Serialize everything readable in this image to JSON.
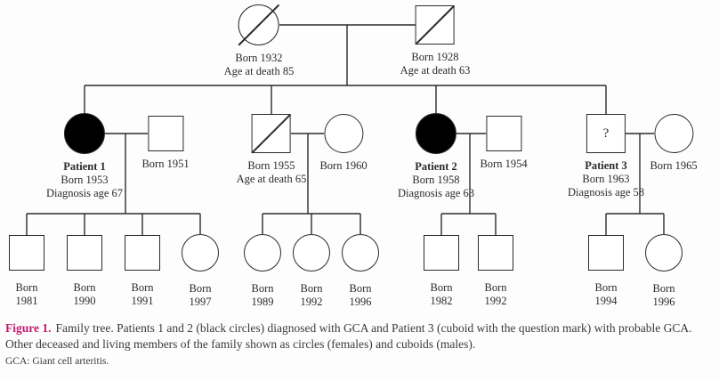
{
  "figure": {
    "label": "Figure 1.",
    "caption": "Family tree. Patients 1 and 2 (black circles) diagnosed with GCA and Patient 3 (cuboid with the question mark) with probable GCA. Other deceased and living members of the family shown as circles (females) and cuboids (males).",
    "footnote": "GCA: Giant cell arteritis.",
    "accent_color": "#c2186e",
    "line_color": "#2b2b2b"
  },
  "pedigree": {
    "generation1": {
      "female_1932": {
        "sex": "female",
        "deceased": true,
        "born": "Born 1932",
        "death": "Age at death 85"
      },
      "male_1928": {
        "sex": "male",
        "deceased": true,
        "born": "Born 1928",
        "death": "Age at death 63"
      }
    },
    "generation2": {
      "patient1": {
        "sex": "female",
        "affected": true,
        "name": "Patient 1",
        "born": "Born 1953",
        "diagnosis": "Diagnosis age 67"
      },
      "spouse_1951": {
        "sex": "male",
        "born": "Born 1951"
      },
      "deceased_1955": {
        "sex": "male",
        "deceased": true,
        "born": "Born 1955",
        "death": "Age at death 65"
      },
      "spouse_1960": {
        "sex": "female",
        "born": "Born 1960"
      },
      "patient2": {
        "sex": "female",
        "affected": true,
        "name": "Patient 2",
        "born": "Born 1958",
        "diagnosis": "Diagnosis age 63"
      },
      "spouse_1954": {
        "sex": "male",
        "born": "Born 1954"
      },
      "patient3": {
        "sex": "male",
        "probable": true,
        "mark": "?",
        "name": "Patient 3",
        "born": "Born 1963",
        "diagnosis": "Diagnosis age 58"
      },
      "spouse_1965": {
        "sex": "female",
        "born": "Born 1965"
      }
    },
    "generation3": [
      {
        "sex": "male",
        "label": "Born",
        "year": "1981"
      },
      {
        "sex": "male",
        "label": "Born",
        "year": "1990"
      },
      {
        "sex": "male",
        "label": "Born",
        "year": "1991"
      },
      {
        "sex": "female",
        "label": "Born",
        "year": "1997"
      },
      {
        "sex": "female",
        "label": "Born",
        "year": "1989"
      },
      {
        "sex": "female",
        "label": "Born",
        "year": "1992"
      },
      {
        "sex": "female",
        "label": "Born",
        "year": "1996"
      },
      {
        "sex": "male",
        "label": "Born",
        "year": "1982"
      },
      {
        "sex": "male",
        "label": "Born",
        "year": "1992"
      },
      {
        "sex": "male",
        "label": "Born",
        "year": "1994"
      },
      {
        "sex": "female",
        "label": "Born",
        "year": "1996"
      }
    ]
  }
}
